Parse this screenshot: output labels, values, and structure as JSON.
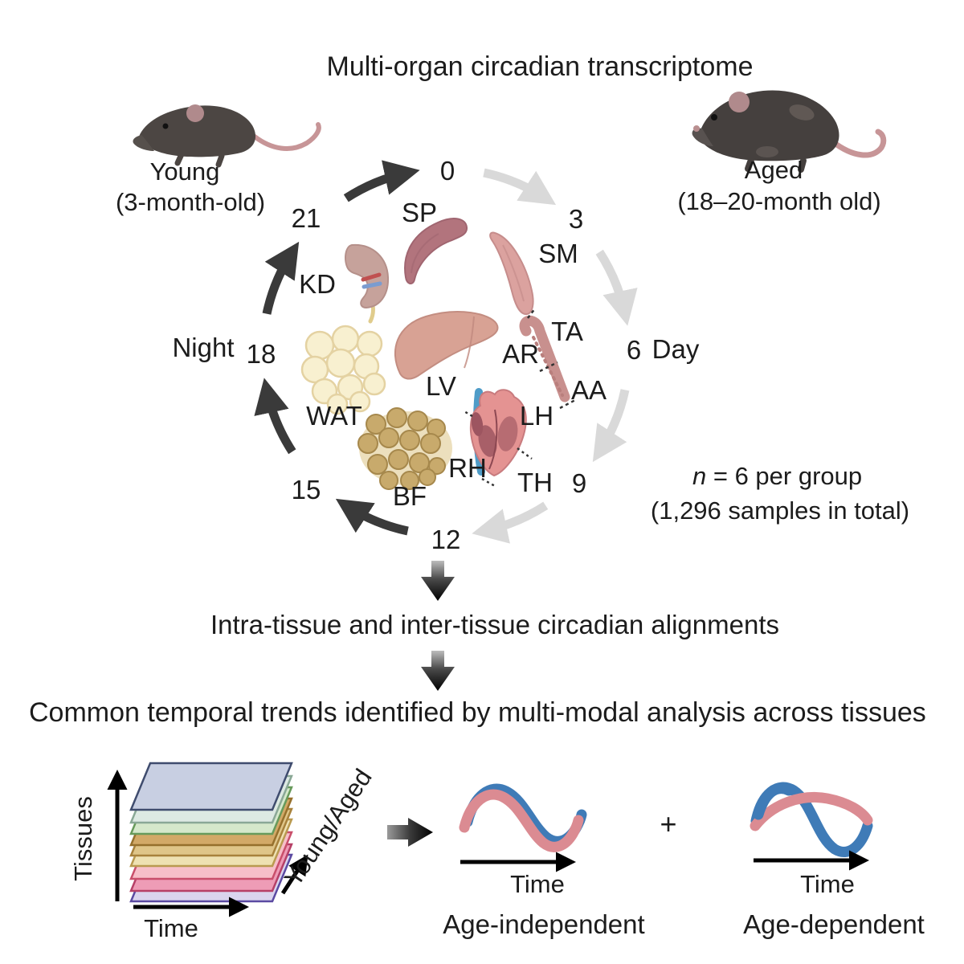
{
  "title": "Multi-organ circadian transcriptome",
  "young": {
    "label": "Young",
    "age": "(3-month-old)"
  },
  "aged": {
    "label": "Aged",
    "age": "(18–20-month old)"
  },
  "clock": {
    "hours": [
      "0",
      "3",
      "6",
      "9",
      "12",
      "15",
      "18",
      "21"
    ],
    "day": "Day",
    "night": "Night"
  },
  "organs": {
    "sp": "SP",
    "sm": "SM",
    "kd": "KD",
    "ta": "TA",
    "ar": "AR",
    "aa": "AA",
    "lv": "LV",
    "lh": "LH",
    "wat": "WAT",
    "rh": "RH",
    "th": "TH",
    "bf": "BF"
  },
  "stats": {
    "n": "n",
    "per_group": " = 6 per group",
    "total": "(1,296 samples in total)"
  },
  "steps": {
    "alignments": "Intra-tissue and inter-tissue circadian alignments",
    "trends": "Common temporal trends identified by multi-modal analysis across tissues"
  },
  "cube": {
    "axis_tissues": "Tissues",
    "axis_time": "Time",
    "axis_group": "Young/Aged",
    "layers": [
      {
        "fill": "#c8cfe2"
      },
      {
        "fill": "#dde9e3"
      },
      {
        "fill": "#d5e8cb"
      },
      {
        "fill": "#d2a967"
      },
      {
        "fill": "#dfc588"
      },
      {
        "fill": "#eee1b2"
      },
      {
        "fill": "#f7bfc9"
      },
      {
        "fill": "#ee9cb6"
      },
      {
        "fill": "#dad4ee"
      }
    ]
  },
  "plots": {
    "plus": "+",
    "independent": {
      "axis": "Time",
      "caption": "Age-independent"
    },
    "dependent": {
      "axis": "Time",
      "caption": "Age-dependent"
    },
    "colors": {
      "blue_curve": "#3f7bb7",
      "pink_curve": "#db8b92"
    }
  },
  "colors": {
    "night_arc": "#3a3a3a",
    "day_arc": "#d9d9d9"
  }
}
